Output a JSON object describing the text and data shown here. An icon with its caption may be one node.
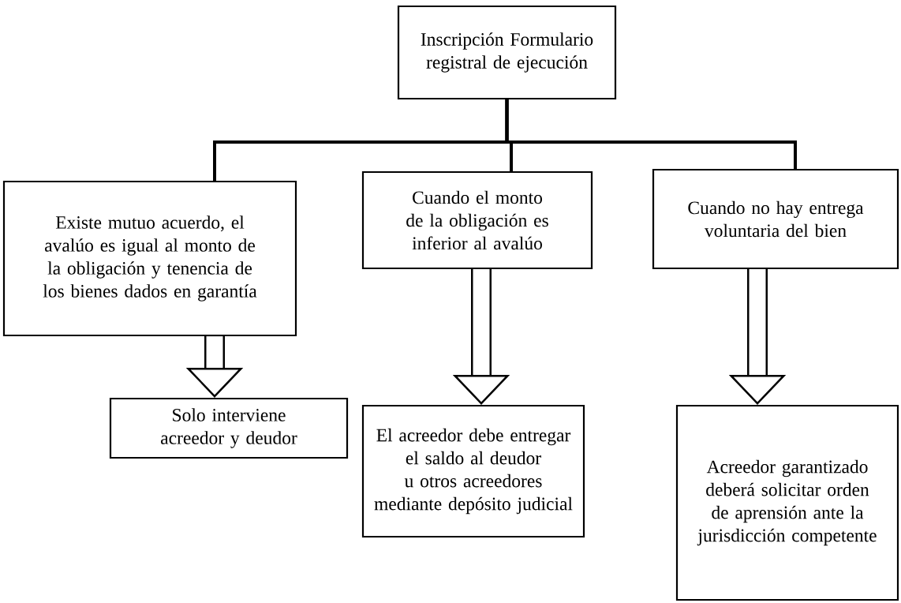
{
  "diagram": {
    "nodes": [
      {
        "text": [
          "Inscripción Formulario registral de ejecución"
        ]
      },
      {
        "text": [
          "Existe mutuo acuerdo, el avalúo es igual al monto de la obligación y tenencia de los bienes dados en garantía"
        ]
      },
      {
        "text": [
          "Cuando el monto de la obligación es inferior al avalúo"
        ]
      },
      {
        "text": [
          "Cuando no hay entrega voluntaria del bien"
        ]
      },
      {
        "text": [
          "Solo interviene acreedor y deudor"
        ]
      },
      {
        "text": [
          "El acreedor debe entregar el saldo al deudor u otros acreedores mediante depósito judicial"
        ]
      },
      {
        "text": [
          "Acreedor garantizado deberá solicitar orden de aprensión ante la jurisdicción competente"
        ]
      }
    ],
    "edges": [
      {
        "from": 0,
        "to": 1,
        "arrow": "none"
      },
      {
        "from": 0,
        "to": 2,
        "arrow": "none"
      },
      {
        "from": 0,
        "to": 3,
        "arrow": "none"
      },
      {
        "from": 1,
        "to": 4,
        "arrow": "to",
        "style": "thick"
      },
      {
        "from": 2,
        "to": 5,
        "arrow": "to",
        "style": "thick"
      },
      {
        "from": 3,
        "to": 6,
        "arrow": "to",
        "style": "thick"
      }
    ]
  }
}
